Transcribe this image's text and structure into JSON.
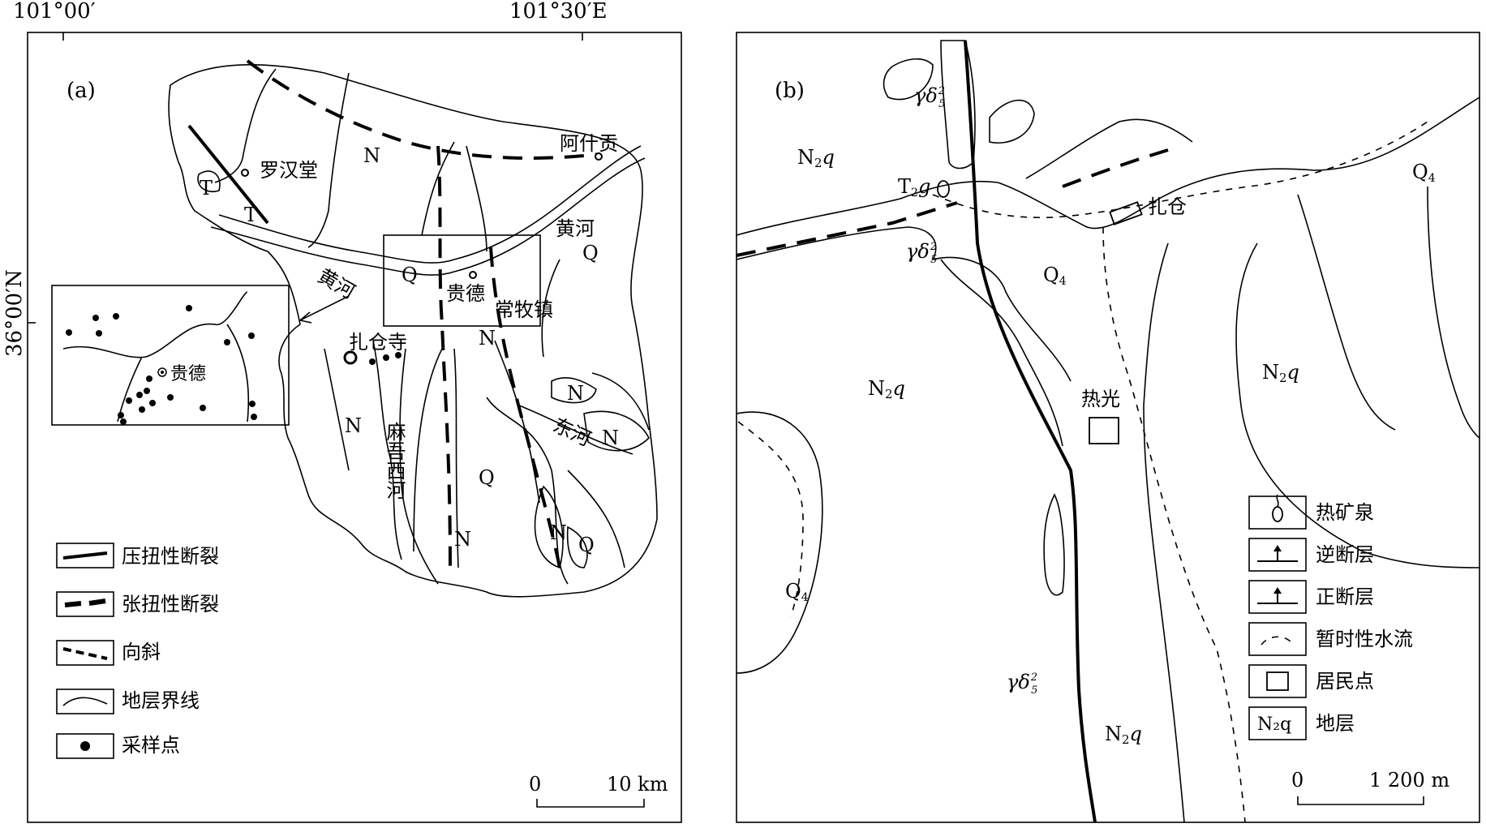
{
  "coords": {
    "lon_left": "101°00′",
    "lon_right": "101°30′E",
    "lat": "36°00′N"
  },
  "panel_a": {
    "label": "(a)",
    "places": {
      "luohantang": "罗汉堂",
      "ashigong": "阿什贡",
      "huanghe_1": "黄河",
      "huanghe_2": "黄河",
      "guide": "贵德",
      "changmuzhen": "常牧镇",
      "zhacangsi": "扎仓寺",
      "maxuxihe": "麻吾西河",
      "donghe": "东河",
      "inset_guide": "贵德"
    },
    "units": {
      "T": "T",
      "N": "N",
      "Q": "Q"
    },
    "legend": [
      {
        "icon": "compressive-fault",
        "label": "压扭性断裂"
      },
      {
        "icon": "tensile-fault",
        "label": "张扭性断裂"
      },
      {
        "icon": "syncline",
        "label": "向斜"
      },
      {
        "icon": "stratum-boundary",
        "label": "地层界线"
      },
      {
        "icon": "sample-point",
        "label": "采样点"
      }
    ],
    "scale": {
      "zero": "0",
      "end": "10 km"
    }
  },
  "panel_b": {
    "label": "(b)",
    "places": {
      "zhacang": "扎仓",
      "reguang": "热光"
    },
    "units": {
      "n2q_prefix": "N",
      "n2q_sub": "2",
      "n2q_suffix": "q",
      "q4": "Q",
      "q4_sub": "4",
      "t2g": "T",
      "t2g_sub": "2",
      "t2g_suffix": "g",
      "gamma": "γδ",
      "gamma_sup": "2",
      "gamma_sub": "5"
    },
    "legend": [
      {
        "icon": "hot-spring",
        "label": "热矿泉"
      },
      {
        "icon": "reverse-fault",
        "label": "逆断层"
      },
      {
        "icon": "normal-fault",
        "label": "正断层"
      },
      {
        "icon": "temporary-stream",
        "label": "暂时性水流"
      },
      {
        "icon": "settlement",
        "label": "居民点"
      },
      {
        "icon": "stratum",
        "label": "地层"
      }
    ],
    "stratum_legend_text": "N₂q",
    "scale": {
      "zero": "0",
      "end": "1 200 m"
    }
  }
}
